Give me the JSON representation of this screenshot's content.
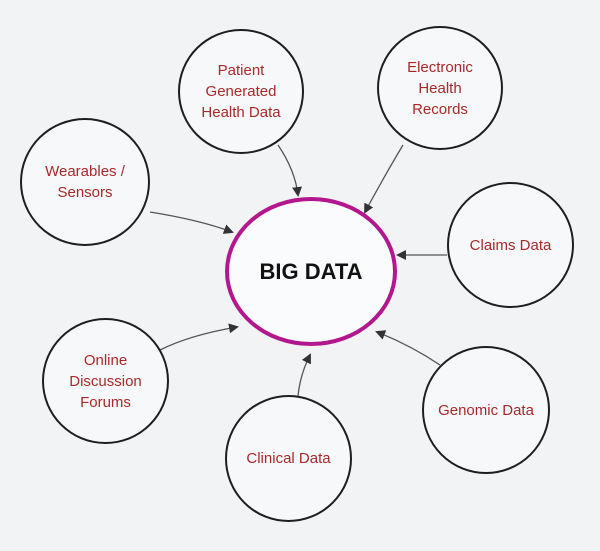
{
  "center": {
    "label": "BIG DATA"
  },
  "nodes": [
    {
      "id": "patient",
      "label": "Patient Generated Health Data"
    },
    {
      "id": "ehr",
      "label": "Electronic Health Records"
    },
    {
      "id": "wearables",
      "label": "Wearables / Sensors"
    },
    {
      "id": "claims",
      "label": "Claims Data"
    },
    {
      "id": "forums",
      "label": "Online Discussion Forums"
    },
    {
      "id": "clinical",
      "label": "Clinical Data"
    },
    {
      "id": "genomic",
      "label": "Genomic Data"
    }
  ],
  "colors": {
    "center_stroke": "#b3178e",
    "node_text": "#a8292b",
    "edge": "#444444"
  }
}
